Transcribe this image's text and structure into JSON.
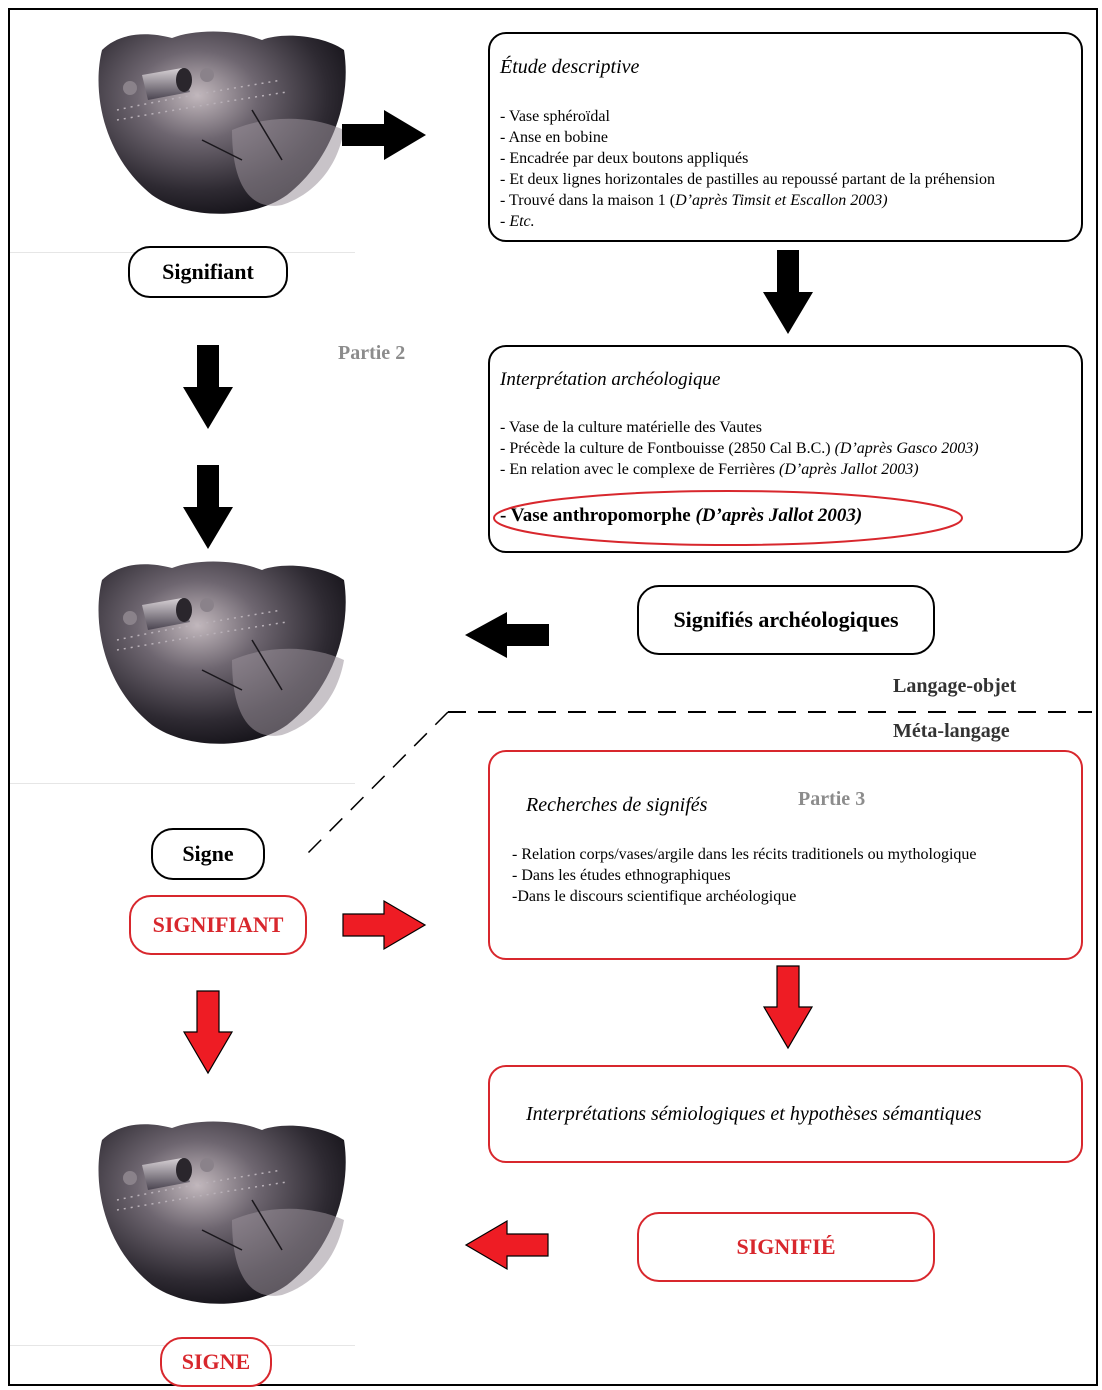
{
  "box1": {
    "title": "Étude descriptive",
    "items": [
      "- Vase sphéroïdal",
      "- Anse en bobine",
      "- Encadrée par deux boutons appliqués",
      "- Et deux lignes horizontales de pastilles au repoussé partant de la préhension",
      "- Trouvé dans la maison 1 (",
      "D’après Timsit et Escallon 2003)"
    ],
    "etc": "- Etc."
  },
  "box2": {
    "title": "Interprétation archéologique",
    "item1": "- Vase de la culture matérielle des Vautes",
    "item2_text": "- Précède la culture de Fontbouisse (2850 Cal B.C.) ",
    "item2_cite": "(D’après Gasco 2003)",
    "item3_text": "- En relation avec le complexe de Ferrières ",
    "item3_cite": "(D’après Jallot 2003)",
    "highlight_text": "- Vase anthropomorphe ",
    "highlight_cite": "(D’après Jallot 2003)"
  },
  "box3": {
    "title": "Recherches de signifés",
    "items": [
      "- Relation corps/vases/argile dans les récits traditionels ou mythologique",
      "- Dans les études ethnographiques",
      "-Dans le discours scientifique archéologique"
    ]
  },
  "box4": {
    "title": "Interprétations sémiologiques et hypothèses sémantiques"
  },
  "labels": {
    "signifiant": "Signifiant",
    "signifies_archeo": "Signifiés archéologiques",
    "signe": "Signe",
    "signifiant_caps": "SIGNIFIANT",
    "signifie_caps": "SIGNIFIÉ",
    "signe_caps": "SIGNE",
    "partie2": "Partie 2",
    "partie3": "Partie 3",
    "langage_objet": "Langage-objet",
    "meta_langage": "Méta-langage"
  },
  "colors": {
    "black": "#000000",
    "red": "#d8272d",
    "grey": "#8c8c8c"
  }
}
